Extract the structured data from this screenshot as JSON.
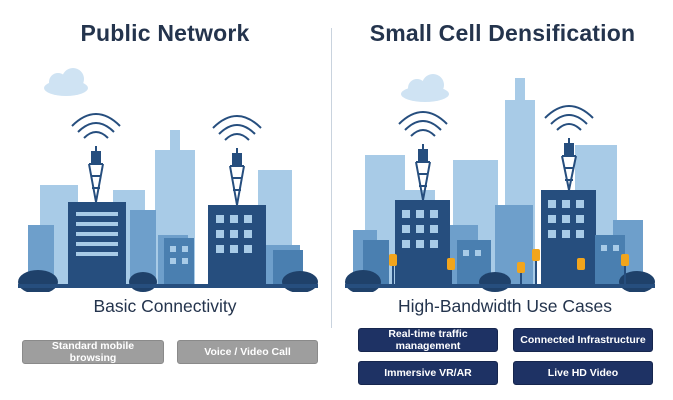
{
  "left": {
    "title": "Public Network",
    "subtitle": "Basic Connectivity",
    "use_cases": [
      "Standard mobile browsing",
      "Voice / Video Call"
    ]
  },
  "right": {
    "title": "Small Cell Densification",
    "subtitle": "High-Bandwidth Use Cases",
    "use_cases": [
      "Real-time traffic management",
      "Connected Infrastructure",
      "Immersive VR/AR",
      "Live HD Video"
    ]
  },
  "colors": {
    "title_text": "#24344d",
    "building_light": "#9cc4e4",
    "building_mid": "#4a7fb0",
    "building_dark": "#264e7e",
    "small_cell": "#f2a51c",
    "gray_pill": "#9e9e9e",
    "navy_pill": "#1e3264"
  }
}
